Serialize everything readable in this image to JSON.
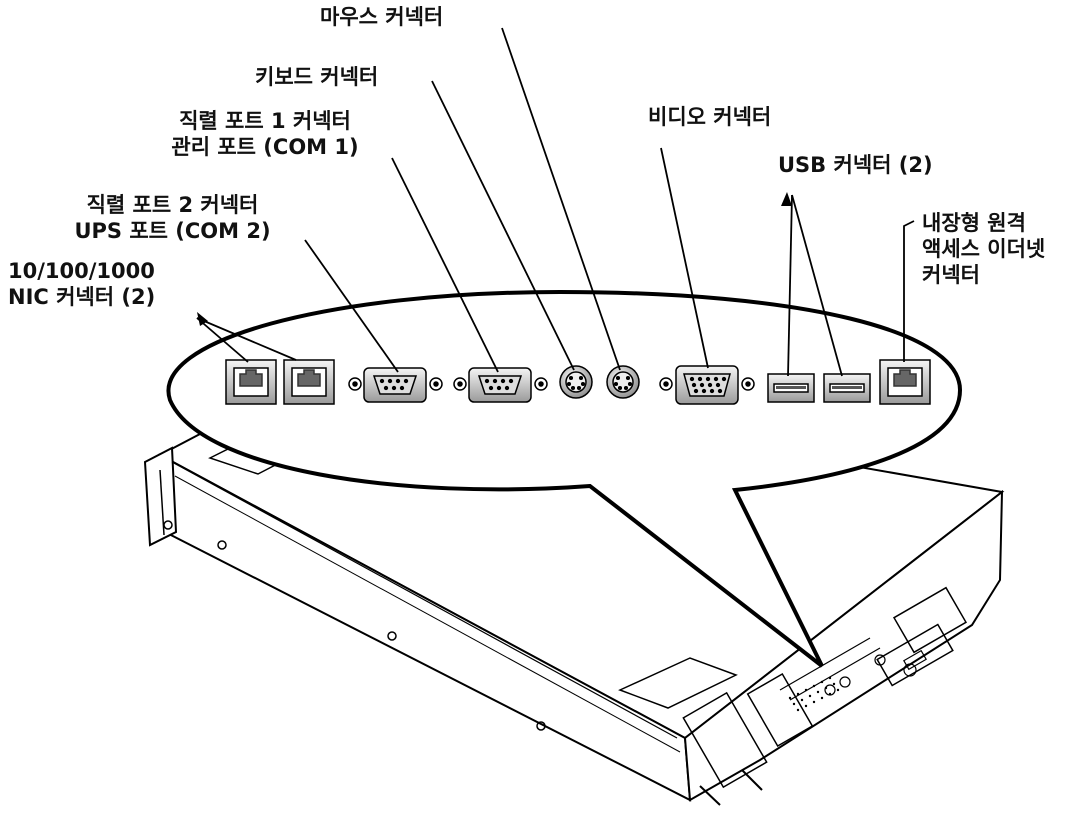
{
  "labels": {
    "mouse": "마우스 커넥터",
    "keyboard": "키보드 커넥터",
    "serial1_line1": "직렬 포트 1 커넥터",
    "serial1_line2": "관리 포트 (COM 1)",
    "video": "비디오 커넥터",
    "usb": "USB 커넥터 (2)",
    "serial2_line1": "직렬 포트 2 커넥터",
    "serial2_line2": "UPS 포트 (COM 2)",
    "remote_line1": "내장형 원격",
    "remote_line2": "액세스 이더넷",
    "remote_line3": "커넥터",
    "nic_line1": "10/100/1000",
    "nic_line2": "NIC 커넥터 (2)"
  },
  "colors": {
    "ink": "#000000",
    "port_fill": "#d9d9d9",
    "port_dark": "#707070",
    "background": "#ffffff"
  },
  "icons": {
    "nic_port": "rj45-port-icon",
    "serial_port": "db9-port-icon",
    "ps2_port": "ps2-port-icon",
    "video_port": "vga-port-icon",
    "usb_port": "usb-port-icon"
  }
}
